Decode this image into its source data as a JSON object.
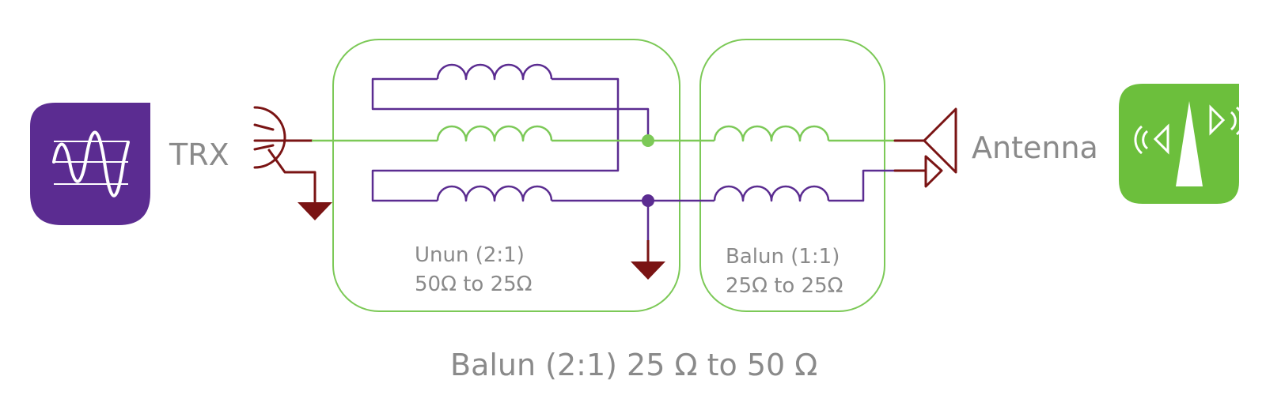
{
  "labels": {
    "trx": "TRX",
    "antenna": "Antenna",
    "unun_title": "Unun (2:1)",
    "unun_ratio": "50Ω  to 25Ω",
    "balun_title": "Balun (1:1)",
    "balun_ratio": "25Ω  to 25Ω",
    "caption": "Balun (2:1) 25 Ω  to 50 Ω"
  },
  "icons": {
    "trx": "waveform-icon",
    "antenna": "antenna-signal-icon"
  },
  "colors": {
    "box_outline": "#7cc957",
    "trx_icon_bg": "#5b2c91",
    "antenna_icon_bg": "#6cbf3c",
    "wire_purple": "#5b2c91",
    "wire_green": "#7cc957",
    "wire_red": "#7a1414",
    "label_gray": "#8a8a8a"
  }
}
